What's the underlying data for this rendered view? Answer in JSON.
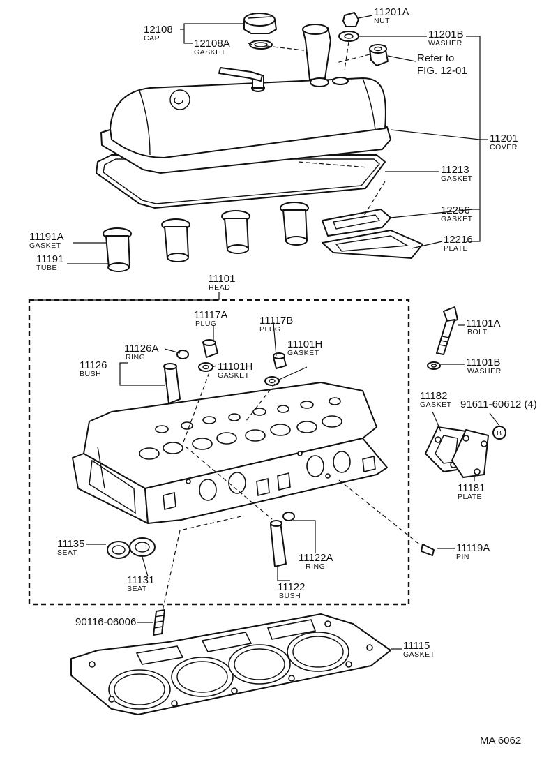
{
  "parts": {
    "p12108": {
      "number": "12108",
      "name": "CAP"
    },
    "p12108a": {
      "number": "12108A",
      "name": "GASKET"
    },
    "p11201a": {
      "number": "11201A",
      "name": "NUT"
    },
    "p11201b": {
      "number": "11201B",
      "name": "WASHER"
    },
    "p11201": {
      "number": "11201",
      "name": "COVER"
    },
    "p11213": {
      "number": "11213",
      "name": "GASKET"
    },
    "p12256": {
      "number": "12256",
      "name": "GASKET"
    },
    "p12216": {
      "number": "12216",
      "name": "PLATE"
    },
    "p11191a": {
      "number": "11191A",
      "name": "GASKET"
    },
    "p11191": {
      "number": "11191",
      "name": "TUBE"
    },
    "p11101": {
      "number": "11101",
      "name": "HEAD"
    },
    "p11117a": {
      "number": "11117A",
      "name": "PLUG"
    },
    "p11117b": {
      "number": "11117B",
      "name": "PLUG"
    },
    "p11126a": {
      "number": "11126A",
      "name": "RING"
    },
    "p11126": {
      "number": "11126",
      "name": "BUSH"
    },
    "p11101h_left": {
      "number": "11101H",
      "name": "GASKET"
    },
    "p11101h_right": {
      "number": "11101H",
      "name": "GASKET"
    },
    "p11101a": {
      "number": "11101A",
      "name": "BOLT"
    },
    "p11101b": {
      "number": "11101B",
      "name": "WASHER"
    },
    "p11182": {
      "number": "11182",
      "name": "GASKET"
    },
    "p91611": {
      "number": "91611-60612 (4)",
      "symbol": "B"
    },
    "p11181": {
      "number": "11181",
      "name": "PLATE"
    },
    "p11119a": {
      "number": "11119A",
      "name": "PIN"
    },
    "p11135": {
      "number": "11135",
      "name": "SEAT"
    },
    "p11131": {
      "number": "11131",
      "name": "SEAT"
    },
    "p11122a": {
      "number": "11122A",
      "name": "RING"
    },
    "p11122": {
      "number": "11122",
      "name": "BUSH"
    },
    "p90116": {
      "number": "90116-06006"
    },
    "p11115": {
      "number": "11115",
      "name": "GASKET"
    }
  },
  "reference": {
    "line1": "Refer to",
    "line2": "FIG. 12-01"
  },
  "footer": {
    "code": "MA  6062"
  }
}
